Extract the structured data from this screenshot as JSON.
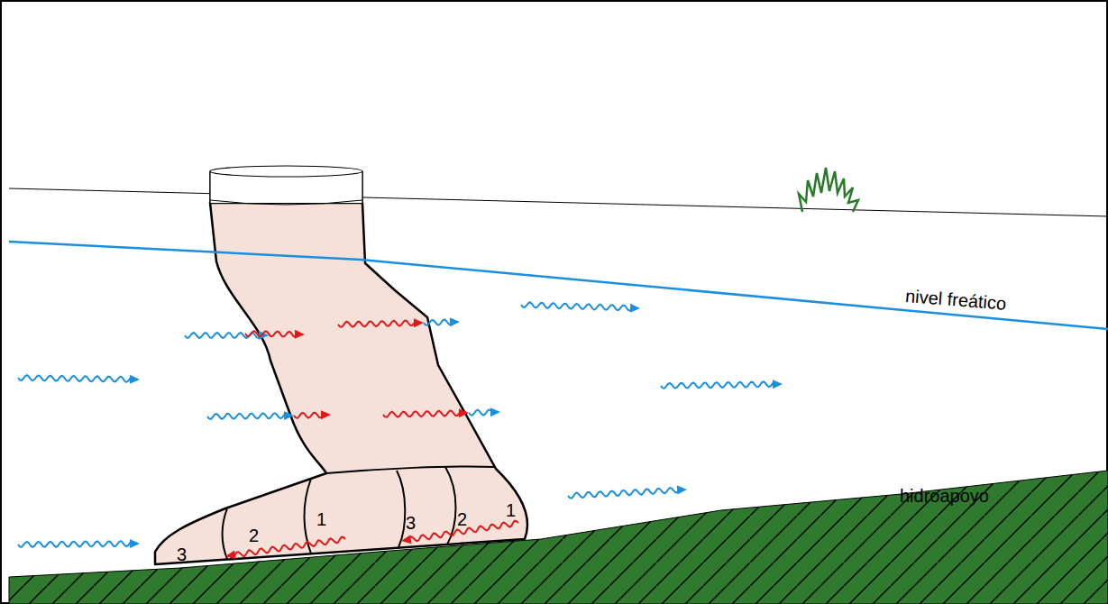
{
  "diagram": {
    "labels": [
      "nivel freático",
      "hidroapoyo",
      "3",
      "2",
      "1",
      "3",
      "2",
      "1"
    ]
  }
}
